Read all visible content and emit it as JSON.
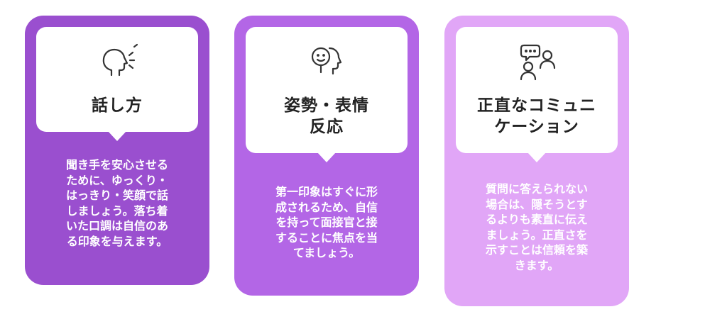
{
  "cards": [
    {
      "icon": "speaking-head-icon",
      "title": "話し方",
      "description": "聞き手を安心させる\nために、ゆっくり・\nはっきり・笑顔で話\nしましょう。落ち着\nいた口調は自信のあ\nる印象を与えます。",
      "color": "#9a4fcf"
    },
    {
      "icon": "smiling-face-icon",
      "title": "姿勢・表情\n反応",
      "description": "第一印象はすぐに形\n成されるため、自信\nを持って面接官と接\nすることに焦点を当\nてましょう。",
      "color": "#b366e6"
    },
    {
      "icon": "conversation-icon",
      "title": "正直なコミュニ\nケーション",
      "description": "質問に答えられない\n場合は、隠そうとす\nるよりも素直に伝え\nましょう。正直さを\n示すことは信頼を築\nきます。",
      "color": "#e1a6f7"
    }
  ]
}
